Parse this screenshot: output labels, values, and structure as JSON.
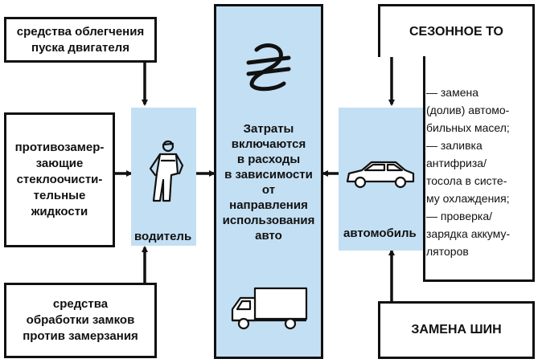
{
  "left_boxes": {
    "starting_aids": "средства облегчения пуска двигателя",
    "antifreeze_washer": "противозамер-\nзающие\nстеклоочисти-\nтельные\nжидкости",
    "lock_deicer": "средства\nобработки замков\nпротив замерзания"
  },
  "driver": {
    "label": "водитель",
    "icon": "driver-icon"
  },
  "center": {
    "text": "Затраты\nвключаются\nв расходы\nв зависимости\nот\nнаправления\nиспользования\nавто",
    "top_icon": "hryvnia-icon",
    "bottom_icon": "truck-icon"
  },
  "car": {
    "label": "автомобиль",
    "icon": "car-icon"
  },
  "right": {
    "seasonal_title": "СЕЗОННОЕ ТО",
    "seasonal_items": [
      "— замена",
      "(долив) автомо-",
      "бильных масел;",
      "— заливка",
      "антифриза/",
      "тосола в систе-",
      "му охлаждения;",
      "— проверка/",
      "зарядка аккуму-",
      "ляторов"
    ],
    "tire_title": "ЗАМЕНА ШИН"
  },
  "colors": {
    "panel_blue": "#c3dff3",
    "stroke": "#111111"
  }
}
